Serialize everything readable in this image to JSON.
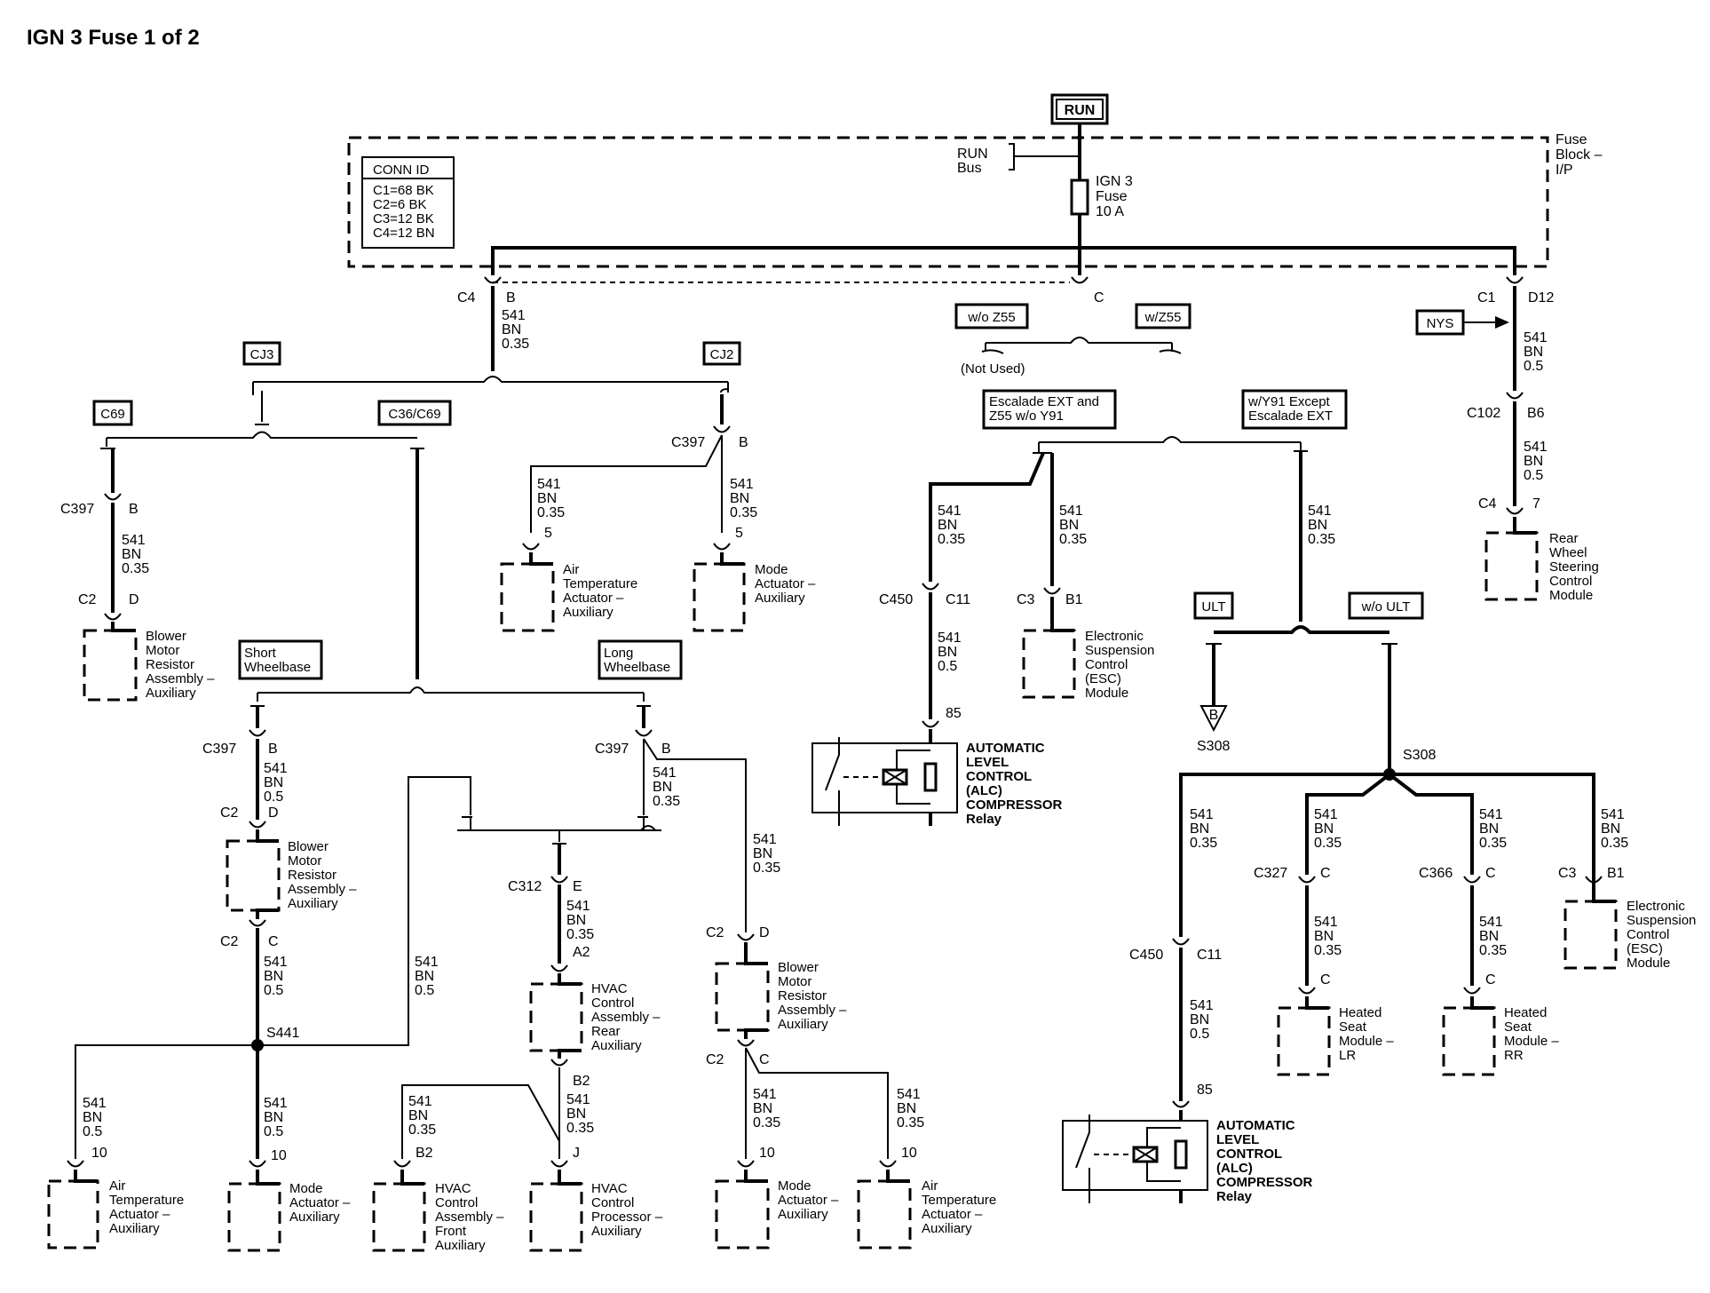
{
  "title": "IGN 3 Fuse 1 of 2",
  "power": {
    "run": "RUN",
    "bus": [
      "RUN",
      "Bus"
    ],
    "fuse": [
      "IGN 3",
      "Fuse",
      "10 A"
    ],
    "fuse_block": [
      "Fuse",
      "Block –",
      "I/P"
    ]
  },
  "conn_id": {
    "title": "CONN ID",
    "lines": [
      "C1=68 BK",
      "C2=6 BK",
      "C3=12 BK",
      "C4=12 BN"
    ]
  },
  "options": {
    "cj3": "CJ3",
    "cj2": "CJ2",
    "c69": "C69",
    "c36_c69": "C36/C69",
    "short_wb": [
      "Short",
      "Wheelbase"
    ],
    "long_wb": [
      "Long",
      "Wheelbase"
    ],
    "wo_z55": "w/o Z55",
    "w_z55": "w/Z55",
    "not_used": "(Not Used)",
    "escalade": [
      "Escalade EXT and",
      "Z55 w/o Y91"
    ],
    "y91": [
      "w/Y91 Except",
      "Escalade EXT"
    ],
    "nys": "NYS",
    "ult": "ULT",
    "wo_ult": "w/o ULT"
  },
  "connectors": {
    "c4": "C4",
    "b": "B",
    "c": "C",
    "c1": "C1",
    "d12": "D12",
    "c397": "C397",
    "c2": "C2",
    "d": "D",
    "c450": "C450",
    "c11": "C11",
    "c3": "C3",
    "b1": "B1",
    "c102": "C102",
    "b6": "B6",
    "seven": "7",
    "five": "5",
    "eightyfive": "85",
    "c312": "C312",
    "e": "E",
    "a2": "A2",
    "b2": "B2",
    "j": "J",
    "ten": "10",
    "c327": "C327",
    "c366": "C366"
  },
  "wire": {
    "circuit": "541",
    "color": "BN",
    "g035": "0.35",
    "g05": "0.5"
  },
  "splices": {
    "s441": "S441",
    "s308a": "S308",
    "s308b": "S308",
    "s308_ref": "B"
  },
  "components": {
    "blower1": [
      "Blower",
      "Motor",
      "Resistor",
      "Assembly –",
      "Auxiliary"
    ],
    "air_temp_top": [
      "Air",
      "Temperature",
      "Actuator –",
      "Auxiliary"
    ],
    "mode_top": [
      "Mode",
      "Actuator –",
      "Auxiliary"
    ],
    "esc1": [
      "Electronic",
      "Suspension",
      "Control",
      "(ESC)",
      "Module"
    ],
    "rear_wheel": [
      "Rear",
      "Wheel",
      "Steering",
      "Control",
      "Module"
    ],
    "alc": [
      "AUTOMATIC",
      "LEVEL",
      "CONTROL",
      "(ALC)",
      "COMPRESSOR",
      "Relay"
    ],
    "blower2": [
      "Blower",
      "Motor",
      "Resistor",
      "Assembly –",
      "Auxiliary"
    ],
    "hvac_rear": [
      "HVAC",
      "Control",
      "Assembly –",
      "Rear",
      "Auxiliary"
    ],
    "blower3": [
      "Blower",
      "Motor",
      "Resistor",
      "Assembly –",
      "Auxiliary"
    ],
    "air_temp_bl": [
      "Air",
      "Temperature",
      "Actuator –",
      "Auxiliary"
    ],
    "mode_bl": [
      "Mode",
      "Actuator –",
      "Auxiliary"
    ],
    "hvac_front": [
      "HVAC",
      "Control",
      "Assembly –",
      "Front",
      "Auxiliary"
    ],
    "hvac_proc": [
      "HVAC",
      "Control",
      "Processor –",
      "Auxiliary"
    ],
    "mode_bm": [
      "Mode",
      "Actuator –",
      "Auxiliary"
    ],
    "air_temp_bm": [
      "Air",
      "Temperature",
      "Actuator –",
      "Auxiliary"
    ],
    "heated_lr": [
      "Heated",
      "Seat",
      "Module –",
      "LR"
    ],
    "heated_rr": [
      "Heated",
      "Seat",
      "Module –",
      "RR"
    ],
    "esc2": [
      "Electronic",
      "Suspension",
      "Control",
      "(ESC)",
      "Module"
    ]
  }
}
